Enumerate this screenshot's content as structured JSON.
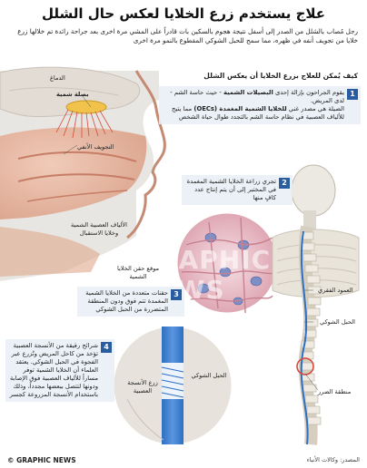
{
  "title": "علاج يستخدم زرع الخلايا لعكس حال الشلل",
  "intro": "رجل مُصاب بالشلل من الصدر إلى أسفل نتيجة هجوم بالسكين بات قادراً على المشي مرة اخرى بعد جراحة رائدة تم خلالها زرع خلايا من تجويف أنفه في ظهره، مما سمح للحبل الشوكي المقطوع بالنمو مرة اخرى",
  "subhead": "كيف يُمكن للعلاج بزرع الخلايا أن يعكس الشلل",
  "steps": [
    {
      "num": "1",
      "text_a": "يقوم الجراحون بإزالة إحدى ",
      "bold": "البصيلات الشمية",
      "text_b": " - حيث حاسة الشم - لدى المريض.",
      "text_c": "الصيلة هي مصدر غني ",
      "bold2": "للخلايا الشمية المغمدة (OECs)",
      "text_d": " مما يتيح للألياف العصبية في نظام حاسة الشم بالتجدد طوال حياة الشخص"
    },
    {
      "num": "2",
      "text": "تجري زراعة الخلايا الشمية المغمدة في المختبر إلى أن يتم إنتاج عدد كافٍ منها"
    },
    {
      "num": "3",
      "text": "حقنات متعددة من الخلايا الشمية المغمدة تتم فوق ودون المنطقة المتضررة من الحبل الشوكي"
    },
    {
      "num": "4",
      "text": "شرائح رقيقة من الأنسجة العصبية تؤخذ من كاحل المريض وتُزرع عبر الفجوة في الحبل الشوكي. يعتقد العلماء أن الخلايا الشمية توفر مساراً للألياف العصبية فوق الإصابة ودونها لتتصل ببعضها مجدداً، وذلك باستخدام الأنسجة المزروعة كجسر"
    }
  ],
  "labels": {
    "brain": "الدماغ",
    "olfactory_bulb": "بصلة شمية",
    "nasal_cavity": "التجويف الأنفي",
    "nerve_fibers": "الألياف العصبية الشمية وخلايا الاستقبال",
    "injection_site": "موقع حقن الخلايا الشمية",
    "graft_tissue": "زرع الأنسجة العصبية",
    "spinal_cord_inset": "الحبل الشوكي",
    "vertebral_column": "العمود الفقري",
    "spinal_cord": "الحبل الشوكي",
    "injury_area": "منطقة الضرر"
  },
  "watermark": "GRAPHIC NEWS",
  "footer": {
    "credit": "© GRAPHIC NEWS",
    "source": "المصدر: وكالات الأنباء"
  },
  "colors": {
    "accent": "#2a5d9f",
    "panel": "#e8eef4",
    "tissue": "#e9b49c",
    "bone": "#d9d4c8",
    "nerve": "#d94a3a"
  }
}
